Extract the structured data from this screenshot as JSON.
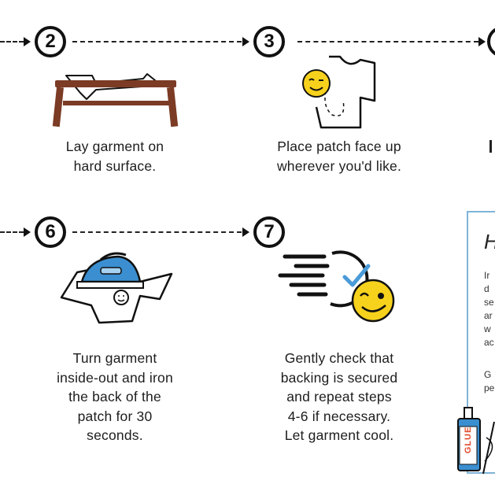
{
  "steps": [
    {
      "number": "2",
      "caption": "Lay garment on\nhard surface."
    },
    {
      "number": "3",
      "caption": "Place patch face up\nwherever you'd like."
    },
    {
      "number": "6",
      "caption": "Turn garment\ninside-out and iron\nthe back of the\npatch for 30\nseconds."
    },
    {
      "number": "7",
      "caption": "Gently check that\nbacking is secured\nand repeat steps\n4-6 if necessary.\nLet garment cool."
    }
  ],
  "sidebox": {
    "heading_fragment": "H",
    "text_fragment_1": "Ir\nd\nse\nar\nw\nac",
    "text_fragment_2": "G\npe",
    "glue_label": "GLUE"
  },
  "colors": {
    "wood": "#7b3b24",
    "iron_blue": "#3b8fd0",
    "emoji_yellow": "#f7d21c",
    "checkmark_blue": "#4a9bd8",
    "box_border": "#7fb3d9"
  }
}
